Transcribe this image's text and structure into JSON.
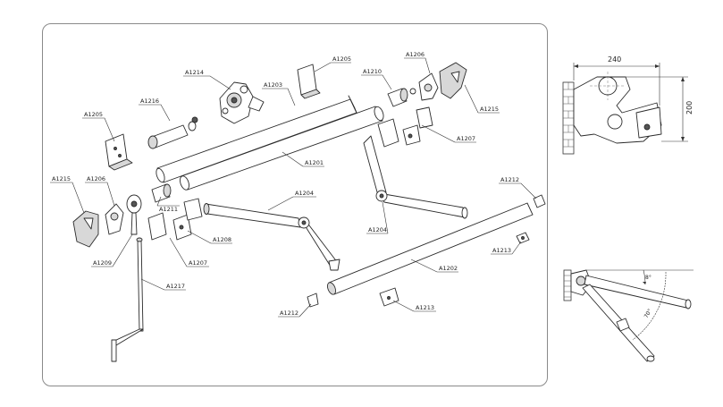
{
  "labels": {
    "a1214": "A1214",
    "a1203": "A1203",
    "a1205_top": "A1205",
    "a1210": "A1210",
    "a1206_top": "A1206",
    "a1216": "A1216",
    "a1215_right": "A1215",
    "a1205_left": "A1205",
    "a1207_right": "A1207",
    "a1201": "A1201",
    "a1215_left": "A1215",
    "a1206_left": "A1206",
    "a1211": "A1211",
    "a1204_mid": "A1204",
    "a1212_right": "A1212",
    "a1208": "A1208",
    "a1209": "A1209",
    "a1207_left": "A1207",
    "a1204_right": "A1204",
    "a1213_right": "A1213",
    "a1202": "A1202",
    "a1217": "A1217",
    "a1212_left": "A1212",
    "a1213_left": "A1213"
  },
  "dimensions": {
    "width": "240",
    "height": "200"
  },
  "angles": {
    "angle_small": "8°",
    "angle_large": "70°"
  }
}
